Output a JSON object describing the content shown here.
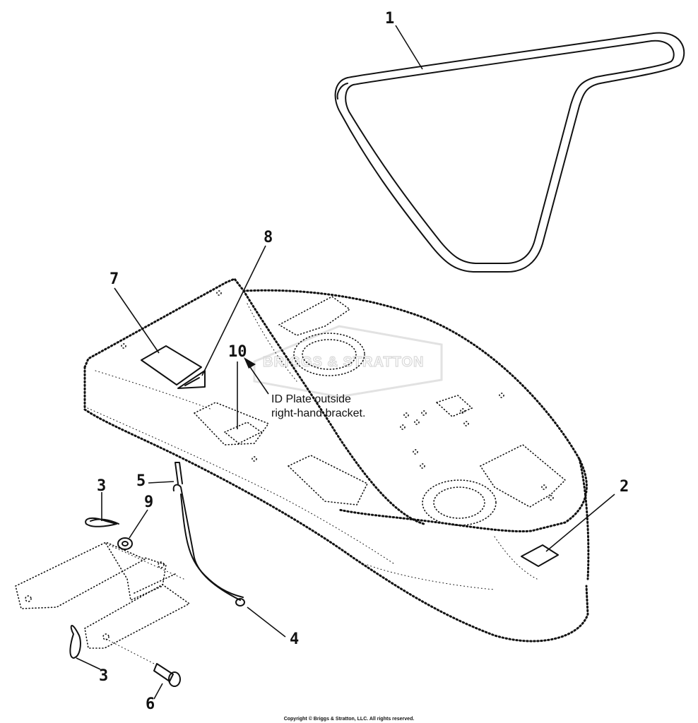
{
  "callouts": {
    "belt": "1",
    "decal_rear": "2",
    "hairpin_top": "3",
    "lift_rod": "4",
    "pin_small": "5",
    "clevis_pin": "6",
    "decal_large": "7",
    "decal_triangle": "8",
    "washer": "9",
    "id_plate": "10",
    "hairpin_bottom": "3"
  },
  "notes": {
    "id_plate_line1": "ID Plate outside",
    "id_plate_line2": "right-hand bracket."
  },
  "watermark": "BRIGGS & STRATTON",
  "copyright": "Copyright © Briggs & Stratton, LLC. All rights reserved."
}
